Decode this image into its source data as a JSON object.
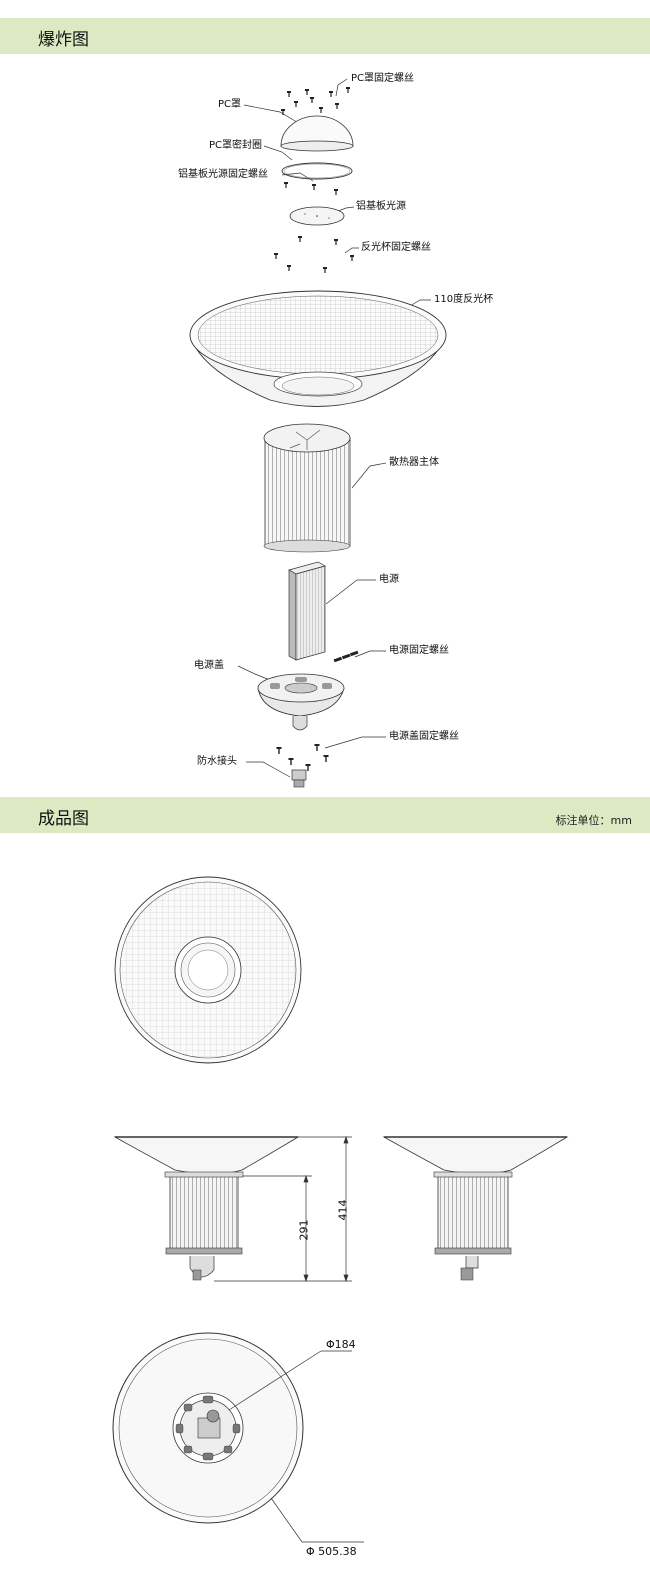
{
  "sections": {
    "exploded": {
      "title": "爆炸图"
    },
    "finished": {
      "title": "成品图",
      "unit_note": "标注单位：mm"
    }
  },
  "exploded_labels": {
    "pc_cover_screws": "PC罩固定螺丝",
    "pc_cover": "PC罩",
    "pc_cover_seal": "PC罩密封圈",
    "board_screws": "铝基板光源固定螺丝",
    "led_board": "铝基板光源",
    "reflector_screws": "反光杯固定螺丝",
    "reflector": "110度反光杯",
    "heatsink": "散热器主体",
    "power_supply": "电源",
    "power_screws": "电源固定螺丝",
    "power_cover": "电源盖",
    "cover_screws": "电源盖固定螺丝",
    "waterproof_connector": "防水接头"
  },
  "dimensions": {
    "height_body": "291",
    "height_total": "414",
    "diameter_body": "Φ184",
    "diameter_reflector": "Φ 505.38"
  }
}
